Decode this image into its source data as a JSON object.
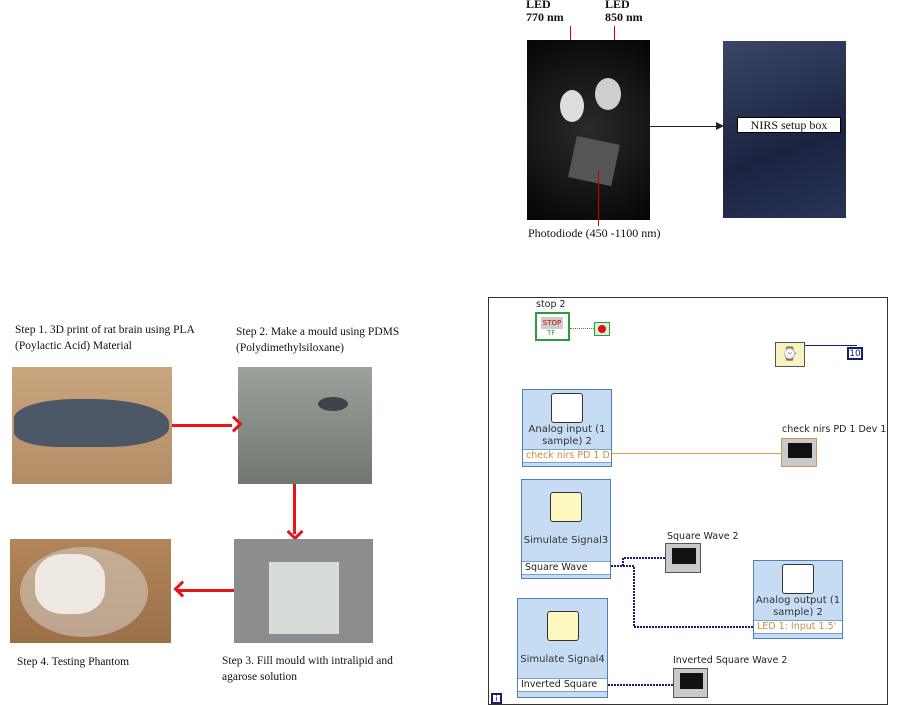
{
  "top_figure": {
    "led1_label": "LED",
    "led1_wavelength": "770 nm",
    "led2_label": "LED",
    "led2_wavelength": "850 nm",
    "box_label": "NIRS setup box",
    "photodiode_label": "Photodiode (450 -1100 nm)"
  },
  "steps": {
    "step1": "Step 1. 3D print of rat brain using PLA (Poylactic Acid) Material",
    "step2": "Step 2. Make a mould using PDMS (Polydimethylsiloxane)",
    "step3": "Step 3. Fill mould with intralipid and agarose solution",
    "step4": "Step 4. Testing Phantom"
  },
  "labview": {
    "stop_label": "stop 2",
    "stop_button": "STOP",
    "stop_tf": "TF",
    "wait_constant": "10",
    "analog_input": {
      "name": "Analog input (1 sample) 2",
      "row": "check nirs PD 1 D"
    },
    "check_graph_label": "check nirs PD 1 Dev 1",
    "sim3": {
      "name": "Simulate Signal3",
      "row": "Square Wave"
    },
    "square_graph_label": "Square Wave 2",
    "analog_output": {
      "name": "Analog output (1 sample) 2",
      "row": "LED 1: Input 1.5'"
    },
    "sim4": {
      "name": "Simulate Signal4",
      "row": "Inverted Square"
    },
    "inverted_graph_label": "Inverted Square Wave 2",
    "loop_index": "i"
  },
  "colors": {
    "arrow": "#e8141a",
    "node_bg": "#c5dcf3",
    "wire_blue": "#1a1a7a",
    "wire_orange": "#d9a441"
  }
}
